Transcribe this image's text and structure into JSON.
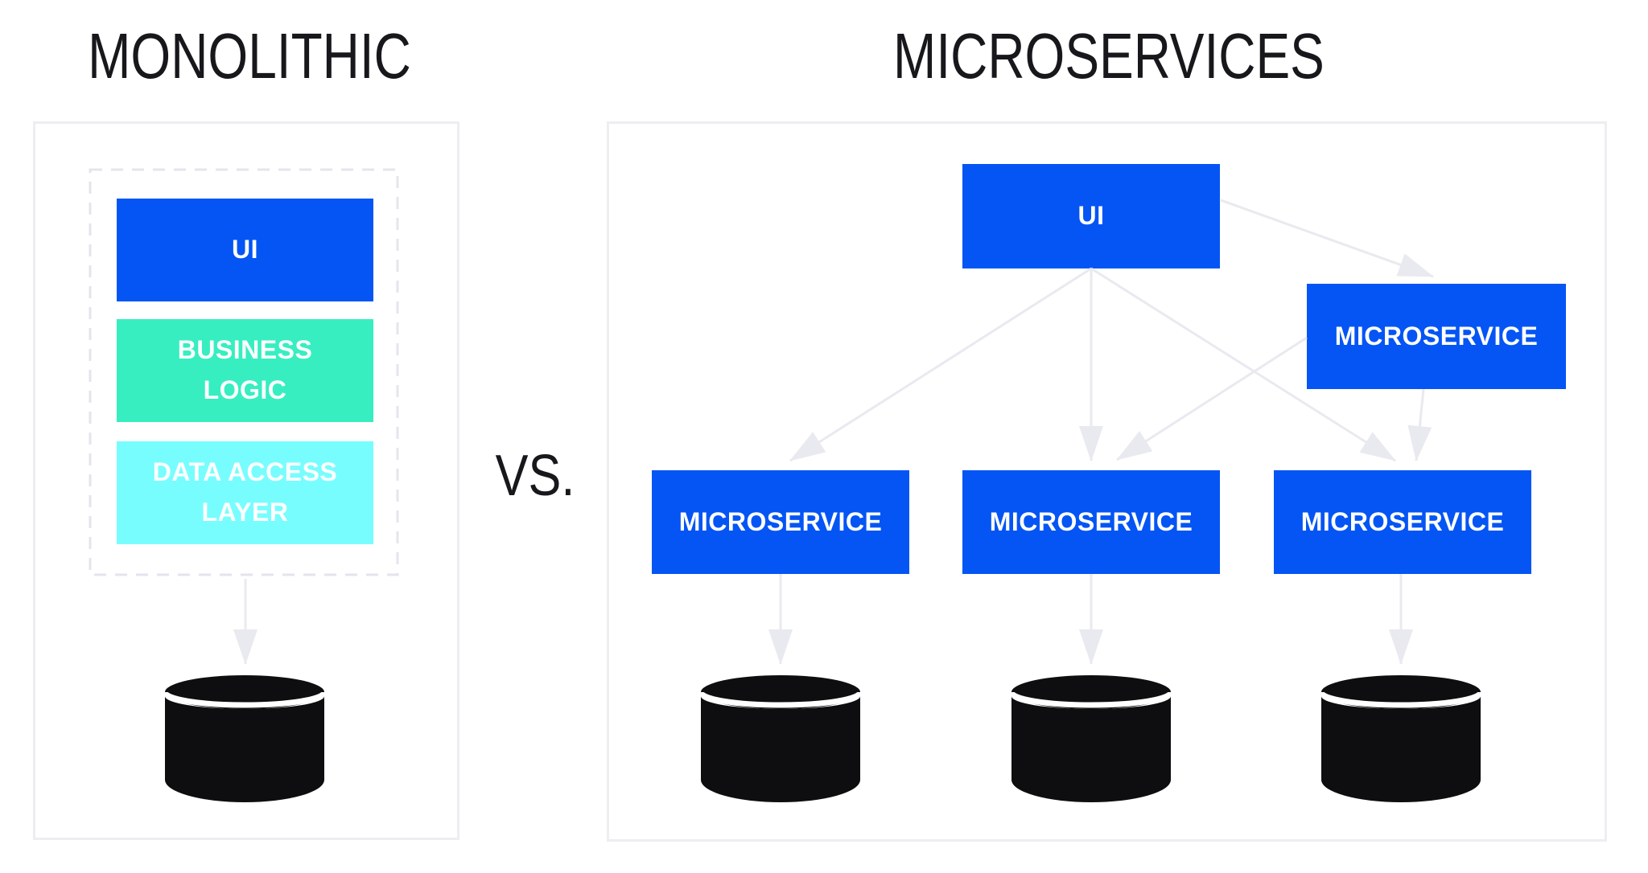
{
  "titles": {
    "monolithic": "MONOLITHIC",
    "microservices": "MICROSERVICES",
    "versus": "VS."
  },
  "colors": {
    "blue": "#0455f4",
    "teal": "#37eec1",
    "cyan": "#78fdff",
    "arrow": "#e9e9f0",
    "border": "#ededf2",
    "dash": "#e4e4ee",
    "ink": "#0e0e10",
    "text": "#17171c",
    "label": "#ffffff"
  },
  "monolithic": {
    "layers": [
      {
        "label": "UI",
        "color_key": "blue"
      },
      {
        "label": "BUSINESS LOGIC",
        "color_key": "teal"
      },
      {
        "label": "DATA ACCESS LAYER",
        "color_key": "cyan"
      }
    ],
    "database_count": 1
  },
  "microservices": {
    "nodes": [
      {
        "label": "UI"
      },
      {
        "label": "MICROSERVICE"
      },
      {
        "label": "MICROSERVICE"
      },
      {
        "label": "MICROSERVICE"
      },
      {
        "label": "MICROSERVICE"
      }
    ],
    "database_count": 3
  },
  "icons": {
    "database": "database-cylinder"
  }
}
